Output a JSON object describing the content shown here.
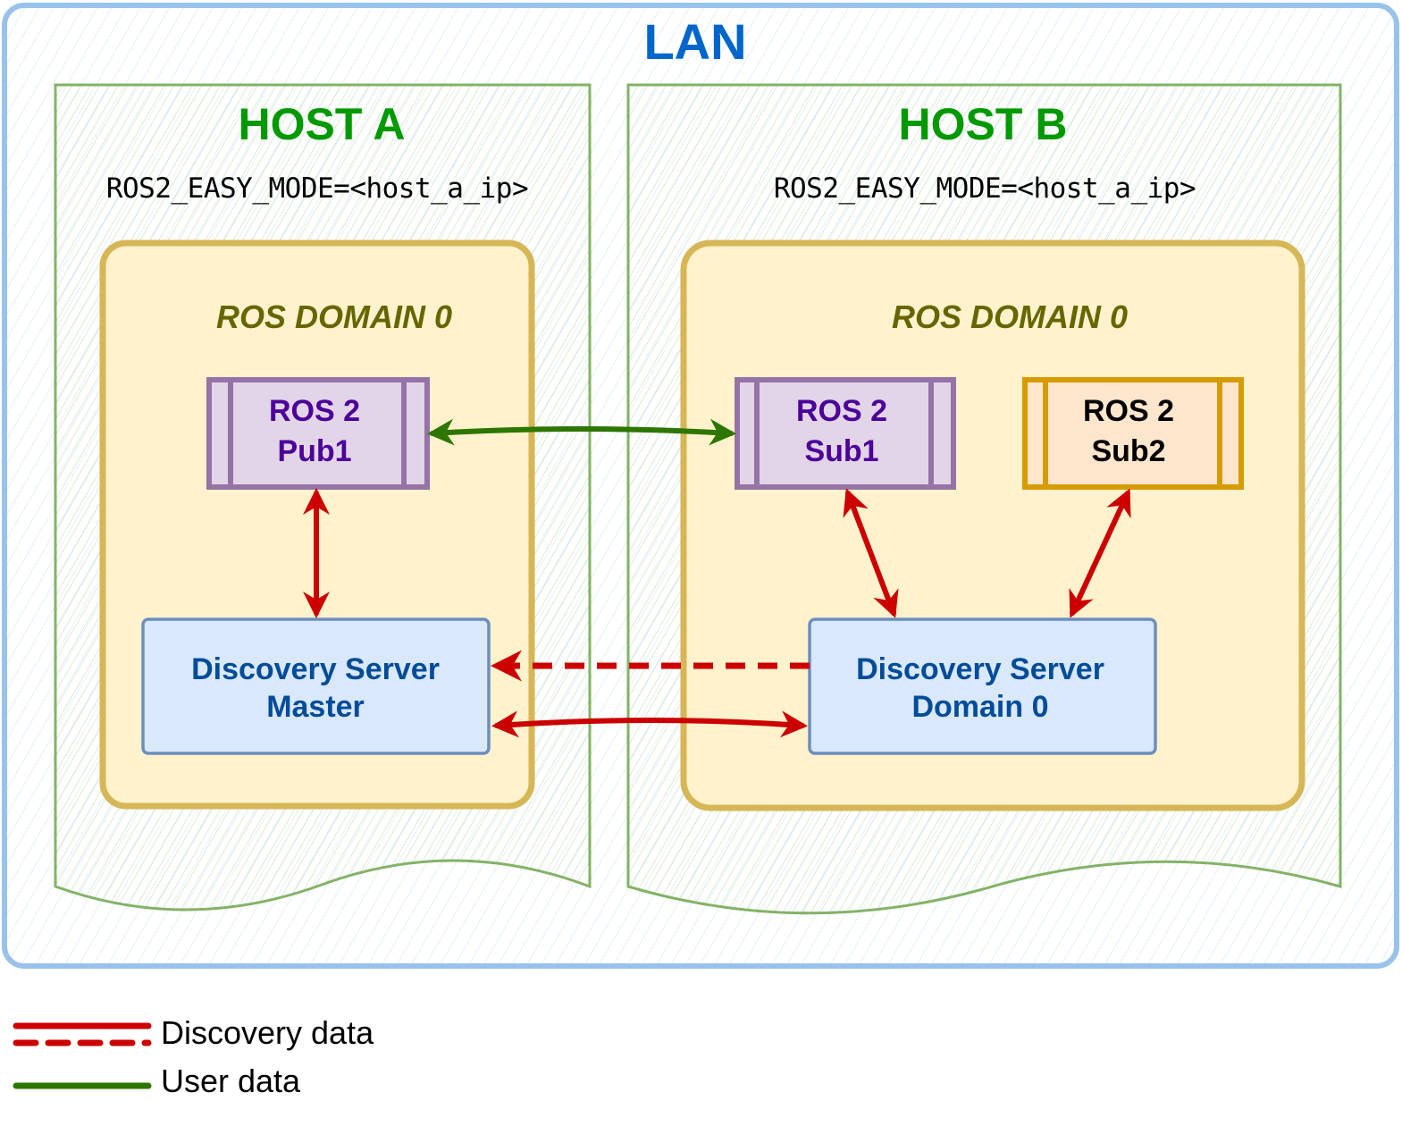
{
  "lan": {
    "title": "LAN"
  },
  "hosts": [
    {
      "title": "HOST A",
      "env": "ROS2_EASY_MODE=<host_a_ip>",
      "domain": "ROS DOMAIN 0"
    },
    {
      "title": "HOST B",
      "env": "ROS2_EASY_MODE=<host_a_ip>",
      "domain": "ROS DOMAIN 0"
    }
  ],
  "nodes": {
    "pub1": {
      "line1": "ROS 2",
      "line2": "Pub1"
    },
    "sub1": {
      "line1": "ROS 2",
      "line2": "Sub1"
    },
    "sub2": {
      "line1": "ROS 2",
      "line2": "Sub2"
    }
  },
  "servers": {
    "master": {
      "line1": "Discovery Server",
      "line2": "Master"
    },
    "domain0": {
      "line1": "Discovery Server",
      "line2": "Domain 0"
    }
  },
  "legend": [
    {
      "label": "Discovery data",
      "color": "#cc0000"
    },
    {
      "label": "User data",
      "color": "#2d7600"
    }
  ],
  "colors": {
    "lan_border": "#99c2ea",
    "host_border": "#82b366",
    "domain_fill": "#fff2cc",
    "domain_border": "#d6b656",
    "purple_fill": "#e1d5e7",
    "purple_border": "#9673a6",
    "purple_text": "#4c0099",
    "orange_fill": "#ffe6cc",
    "orange_border": "#d79b00",
    "server_fill": "#dae8fc",
    "server_border": "#6c8ebf",
    "discovery": "#cc0000",
    "user": "#2d7600"
  }
}
